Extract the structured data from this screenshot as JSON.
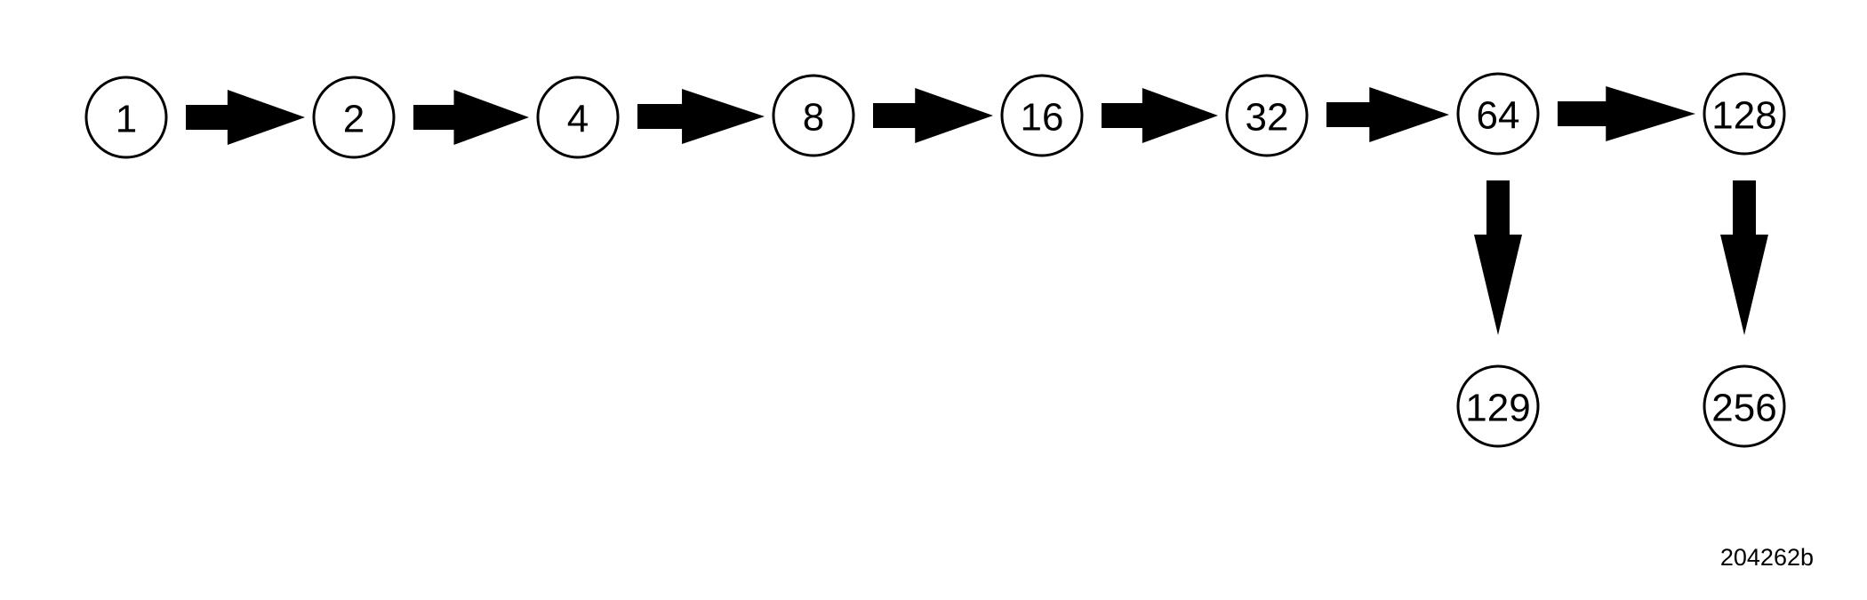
{
  "diagram": {
    "nodes": [
      {
        "id": "n1",
        "label": "1"
      },
      {
        "id": "n2",
        "label": "2"
      },
      {
        "id": "n4",
        "label": "4"
      },
      {
        "id": "n8",
        "label": "8"
      },
      {
        "id": "n16",
        "label": "16"
      },
      {
        "id": "n32",
        "label": "32"
      },
      {
        "id": "n64",
        "label": "64"
      },
      {
        "id": "n128",
        "label": "128"
      },
      {
        "id": "n129",
        "label": "129"
      },
      {
        "id": "n256",
        "label": "256"
      }
    ],
    "edges": [
      {
        "from": "n1",
        "to": "n2"
      },
      {
        "from": "n2",
        "to": "n4"
      },
      {
        "from": "n4",
        "to": "n8"
      },
      {
        "from": "n8",
        "to": "n16"
      },
      {
        "from": "n16",
        "to": "n32"
      },
      {
        "from": "n32",
        "to": "n64"
      },
      {
        "from": "n64",
        "to": "n128"
      },
      {
        "from": "n64",
        "to": "n129"
      },
      {
        "from": "n128",
        "to": "n256"
      }
    ],
    "figure_id": "204262b"
  }
}
